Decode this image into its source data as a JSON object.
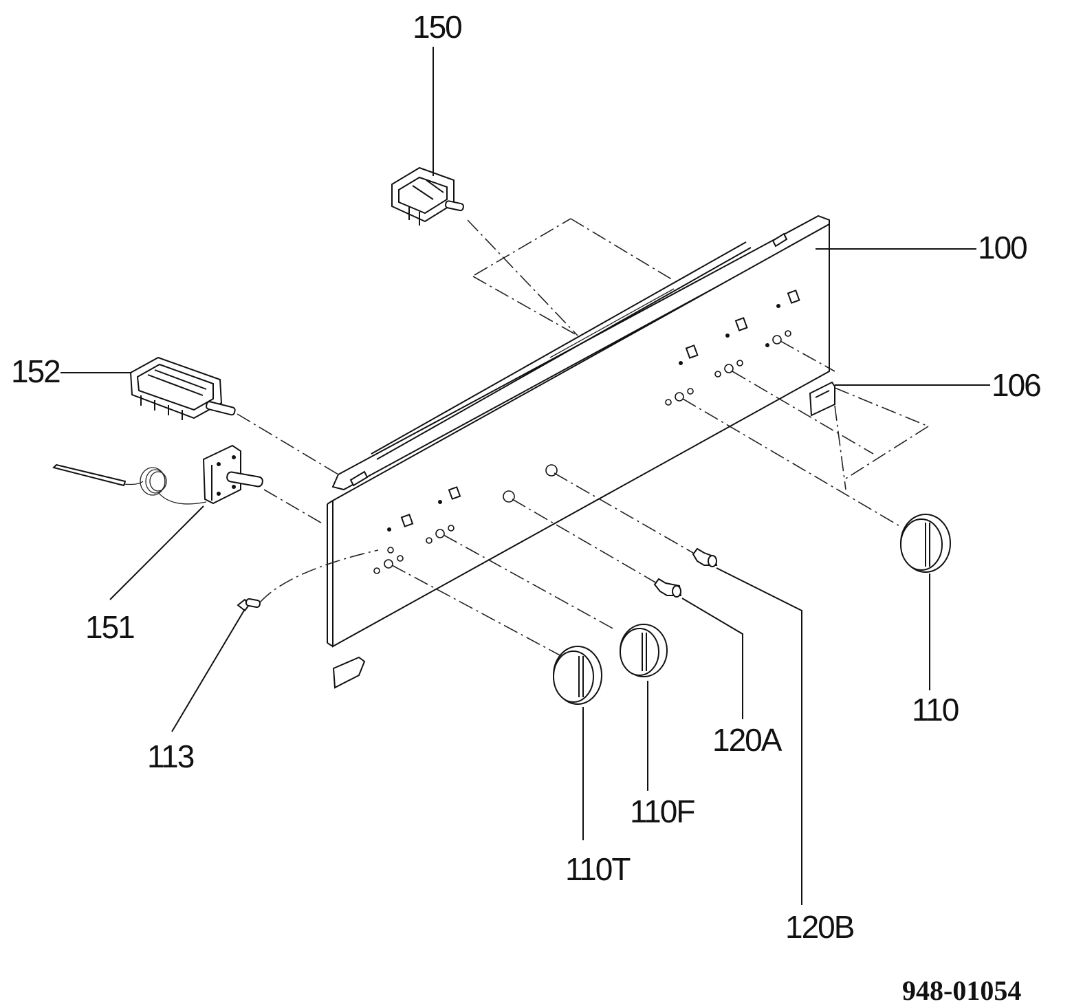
{
  "diagram": {
    "labels": {
      "p150": "150",
      "p100": "100",
      "p152": "152",
      "p106": "106",
      "p151": "151",
      "p113": "113",
      "p110": "110",
      "p120a": "120A",
      "p110f": "110F",
      "p110t": "110T",
      "p120b": "120B"
    },
    "document_code": "948-01054"
  }
}
